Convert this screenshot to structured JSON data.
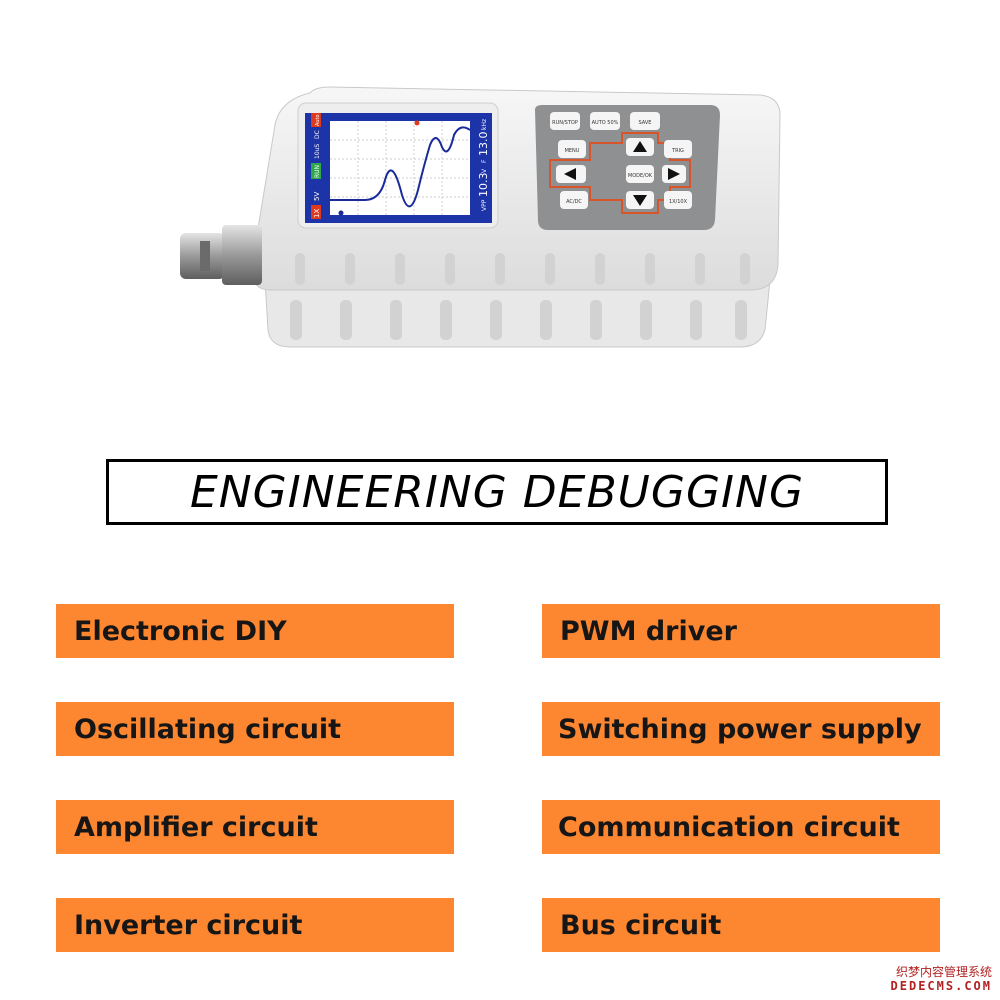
{
  "heading": "ENGINEERING DEBUGGING",
  "applications": {
    "left": [
      "Electronic DIY",
      "Oscillating circuit",
      "Amplifier circuit",
      "Inverter circuit"
    ],
    "right": [
      "PWM driver",
      "Switching power supply",
      "Communication circuit",
      "Bus circuit"
    ]
  },
  "device": {
    "screen": {
      "status_left": "1X",
      "volts_div": "5V",
      "mode": "RUN",
      "time_div": "10uS",
      "coupling": "DC",
      "trigger_tag": "Auto",
      "vpp_label": "VPP",
      "vpp_value": "10.3",
      "vpp_unit": "V",
      "freq_label": "F",
      "freq_value": "13.0",
      "freq_unit": "kHz"
    },
    "buttons": {
      "run_stop": "RUN/STOP",
      "auto_50": "AUTO 50%",
      "save": "SAVE",
      "menu": "MENU",
      "trig": "TRIG",
      "mode_ok": "MODE/OK",
      "ac_dc": "AC/DC",
      "probe": "1X/10X"
    },
    "colors": {
      "body": "#ececec",
      "keypad": "#8f9092",
      "key_outline": "#d8542a",
      "screen_frame": "#1d33a8"
    }
  },
  "watermark": {
    "cn": "织梦内容管理系统",
    "en": "DEDECMS.COM"
  },
  "accent_color": "#fd8630"
}
